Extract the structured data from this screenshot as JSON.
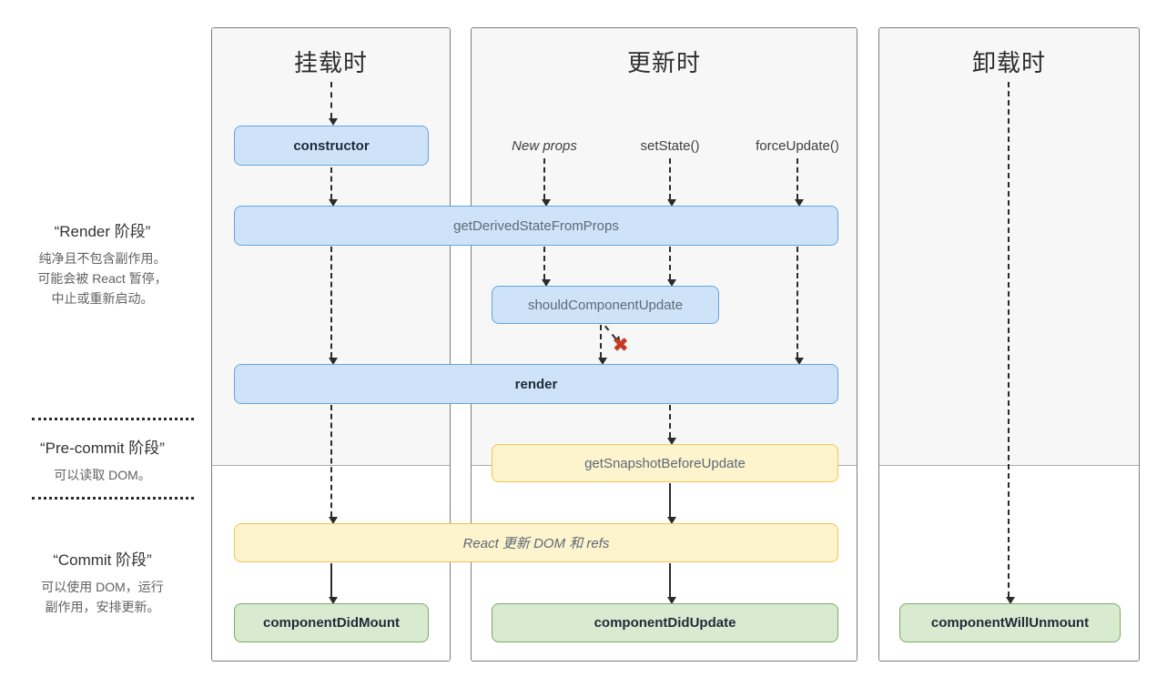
{
  "phases": {
    "render": {
      "title": "“Render 阶段”",
      "line1": "纯净且不包含副作用。",
      "line2": "可能会被 React 暂停，",
      "line3": "中止或重新启动。"
    },
    "pre_commit": {
      "title": "“Pre-commit 阶段”",
      "line1": "可以读取 DOM。"
    },
    "commit": {
      "title": "“Commit 阶段”",
      "line1": "可以使用 DOM，运行",
      "line2": "副作用，安排更新。"
    }
  },
  "columns": {
    "mounting": {
      "title": "挂载时"
    },
    "updating": {
      "title": "更新时"
    },
    "unmounting": {
      "title": "卸载时"
    }
  },
  "triggers": {
    "new_props": "New props",
    "set_state": "setState()",
    "force_update": "forceUpdate()"
  },
  "methods": {
    "ctor": "constructor",
    "get_derived_state_from_props": "getDerivedStateFromProps",
    "should_component_update": "shouldComponentUpdate",
    "render": "render",
    "get_snapshot_before_update": "getSnapshotBeforeUpdate",
    "react_updates_dom": "React 更新 DOM 和 refs",
    "component_did_mount": "componentDidMount",
    "component_did_update": "componentDidUpdate",
    "component_will_unmount": "componentWillUnmount"
  },
  "icons": {
    "halt_icon": "✖"
  },
  "colors": {
    "box_blue_bg": "#cfe3f8",
    "box_blue_border": "#64a5e3",
    "box_yellow_bg": "#fdf3cd",
    "box_yellow_border": "#edc755",
    "box_green_bg": "#d8ead0",
    "box_green_border": "#7cab62",
    "halt_red": "#c63a22",
    "panel_top_bg": "#f7f7f7"
  }
}
